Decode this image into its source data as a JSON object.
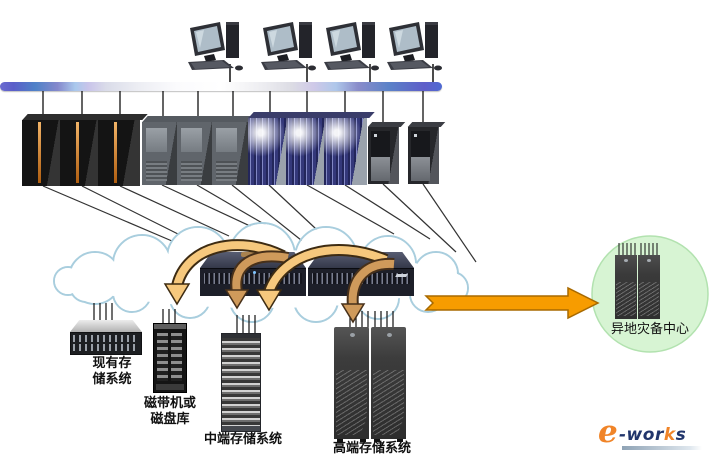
{
  "diagram": {
    "labels": {
      "existing_storage_line1": "现有存",
      "existing_storage_line2": "储系统",
      "tape_library_line1": "磁带机或",
      "tape_library_line2": "磁盘库",
      "midrange_storage": "中端存储系统",
      "highend_storage": "高端存储系统",
      "dr_center": "异地灾备中心"
    },
    "device_counts": {
      "workstations": 4,
      "black_mainframe_servers": 3,
      "gray_rack_servers": 3,
      "blue_unix_servers": 3,
      "tower_servers": 2,
      "san_switches": 2,
      "dr_servers": 2
    },
    "logo": {
      "e": "e",
      "wor": "-wor",
      "k": "k",
      "s": "s"
    },
    "colors": {
      "bus_end": "#5b5ec9",
      "bus_blue": "#4f82c8",
      "cloud_outline": "#a9cede",
      "curved_arrow_light": "#f6c87d",
      "curved_arrow_dark": "#cf9a5b",
      "replication_arrow": "#f79c00",
      "dr_circle_fill": "#d7f4d3",
      "mainframe_stripe": "#e09a50"
    }
  }
}
